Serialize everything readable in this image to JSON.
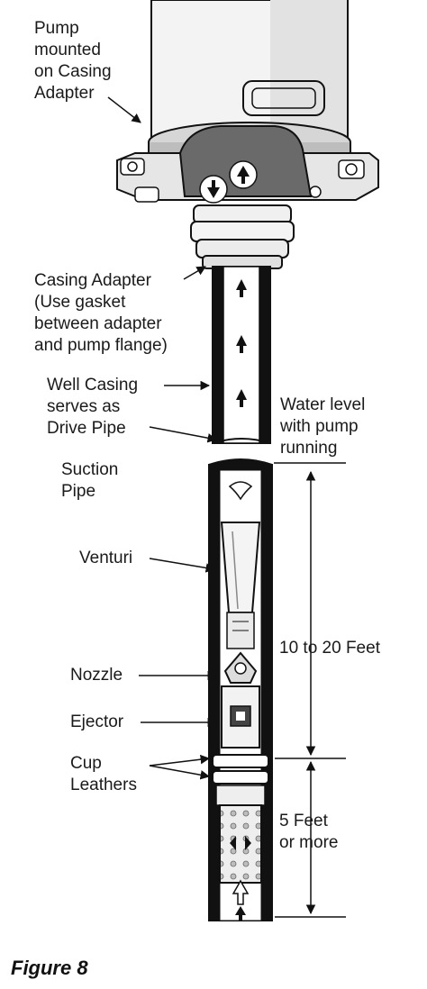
{
  "labels": {
    "pump_mounted": "Pump\nmounted\non Casing\nAdapter",
    "casing_adapter": "Casing Adapter\n(Use gasket\nbetween adapter\nand pump flange)",
    "well_casing": "Well Casing\nserves as\nDrive Pipe",
    "suction_pipe": "Suction\nPipe",
    "water_level": "Water level\nwith pump\nrunning",
    "venturi": "Venturi",
    "nozzle": "Nozzle",
    "ejector": "Ejector",
    "cup_leathers": "Cup\nLeathers",
    "dim_upper": "10 to 20 Feet",
    "dim_lower": "5 Feet\nor more"
  },
  "caption": "Figure 8"
}
